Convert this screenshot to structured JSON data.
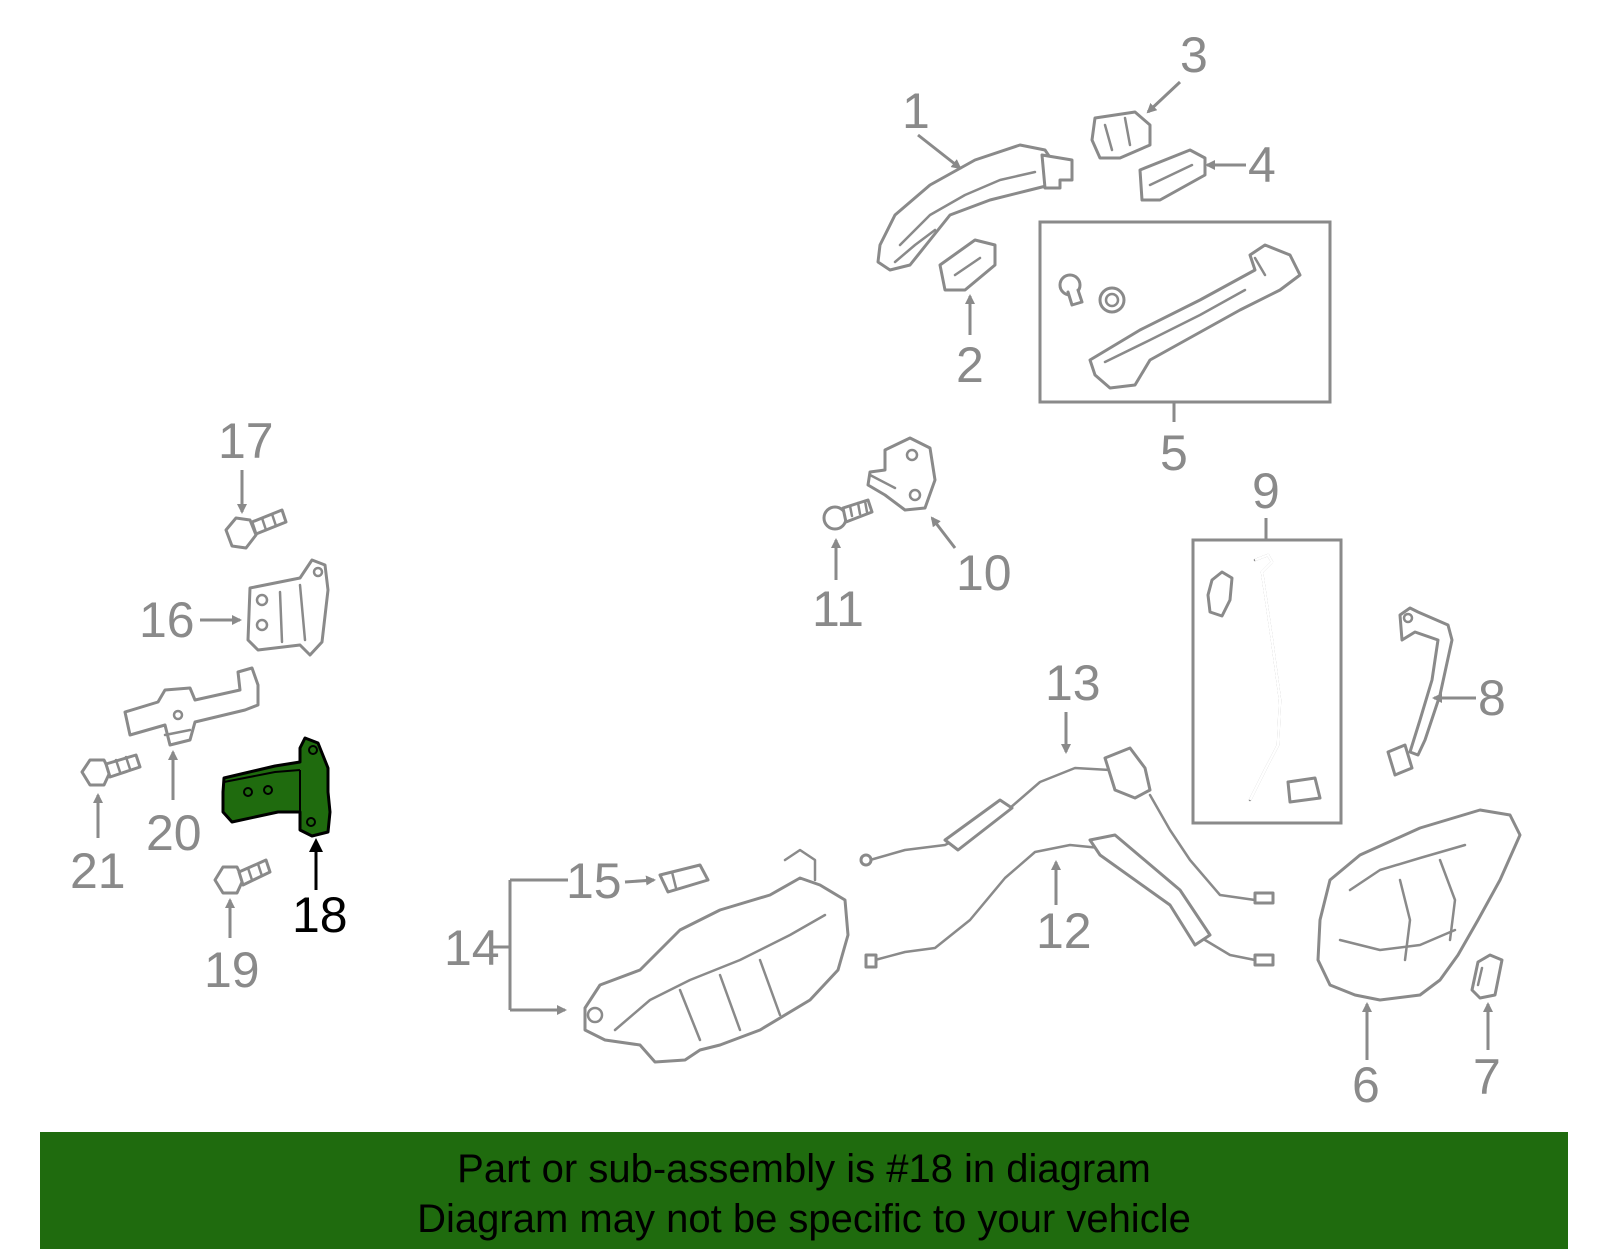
{
  "callouts": {
    "c1": "1",
    "c2": "2",
    "c3": "3",
    "c4": "4",
    "c5": "5",
    "c6": "6",
    "c7": "7",
    "c8": "8",
    "c9": "9",
    "c10": "10",
    "c11": "11",
    "c12": "12",
    "c13": "13",
    "c14": "14",
    "c15": "15",
    "c16": "16",
    "c17": "17",
    "c18": "18",
    "c19": "19",
    "c20": "20",
    "c21": "21"
  },
  "highlighted_part": "18",
  "colors": {
    "highlight_fill": "#1f6b0e",
    "line_gray": "#8a8a8a",
    "banner_bg": "#1f6b0e",
    "text_black": "#000000"
  },
  "banner": {
    "line1": "Part or sub-assembly is #18 in diagram",
    "line2": "Diagram may not be specific to your vehicle"
  }
}
